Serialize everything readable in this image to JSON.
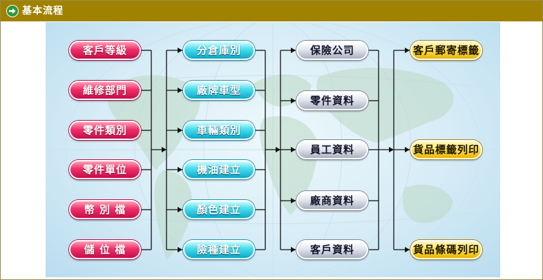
{
  "header": {
    "title": "基本流程",
    "icon": "arrow-right-circle-icon"
  },
  "colors": {
    "header_bg": "#a08100",
    "pink": "#e62a63",
    "cyan": "#2ed3ea",
    "gray": "#d7dbe4",
    "gold": "#ffd83a",
    "connector": "#111111"
  },
  "columns": [
    {
      "style": "pink",
      "items": [
        "客戶等級",
        "維修部門",
        "零件類別",
        "零件單位",
        "幣 別 檔",
        "儲 位 檔"
      ]
    },
    {
      "style": "cyan",
      "items": [
        "分倉庫別",
        "廠牌車型",
        "車輛類別",
        "機油建立",
        "顏色建立",
        "險種建立"
      ]
    },
    {
      "style": "gray",
      "items": [
        "保險公司",
        "零件資料",
        "員工資料",
        "廠商資料",
        "客戶資料"
      ]
    },
    {
      "style": "gold",
      "items": [
        "客戶郵寄標籤",
        "貨品標籤列印",
        "貨品條碼列印"
      ]
    }
  ]
}
